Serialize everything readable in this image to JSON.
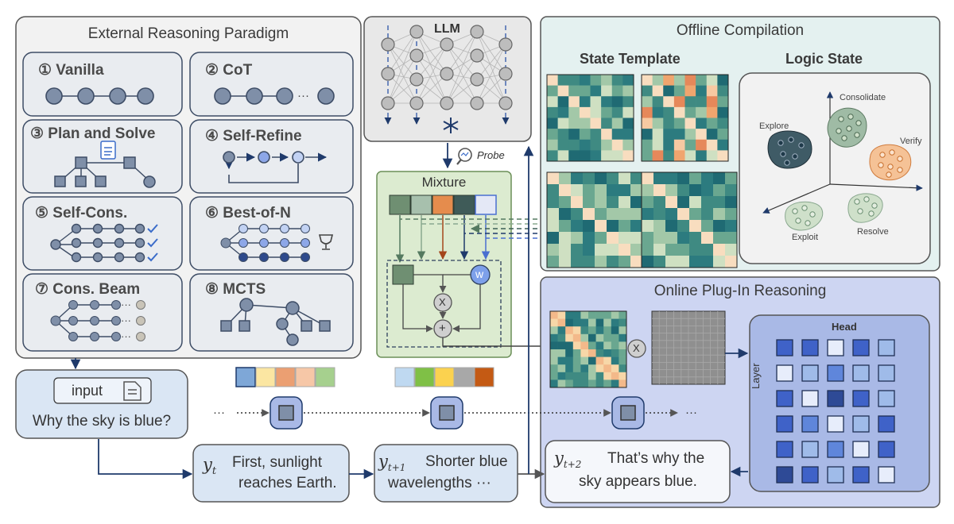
{
  "external": {
    "title": "External Reasoning Paradigm",
    "paradigms": [
      {
        "label": "① Vanilla"
      },
      {
        "label": "② CoT"
      },
      {
        "label": "③ Plan and Solve"
      },
      {
        "label": "④ Self-Refine"
      },
      {
        "label": "⑤ Self-Cons."
      },
      {
        "label": "⑥ Best-of-N"
      },
      {
        "label": "⑦ Cons. Beam"
      },
      {
        "label": "⑧ MCTS"
      }
    ]
  },
  "llm": {
    "label": "LLM",
    "probe": "Probe"
  },
  "mixture": {
    "title": "Mixture",
    "weight_symbol": "w",
    "multiply_symbol": "X",
    "add_symbol": "+"
  },
  "offline": {
    "title": "Offline Compilation",
    "state_template": "State Template",
    "logic_state": "Logic State",
    "clusters": [
      "Explore",
      "Consolidate",
      "Verify",
      "Exploit",
      "Resolve"
    ]
  },
  "online": {
    "title": "Online Plug-In Reasoning",
    "head_label": "Head",
    "layer_label": "Layer",
    "multiply_symbol": "X"
  },
  "input": {
    "label": "input",
    "question": "Why the sky is blue?"
  },
  "steps": [
    {
      "sym": "y",
      "sub": "t",
      "line1": "First, sunlight",
      "line2": "reaches Earth."
    },
    {
      "sym": "y",
      "sub": "t+1",
      "line1": "Shorter blue",
      "line2": "wavelengths ···"
    },
    {
      "sym": "y",
      "sub": "t+2",
      "line1": "That’s why the",
      "line2": "sky appears blue."
    }
  ],
  "ellipsis": "···",
  "colors": {
    "panel_gray": "#f2f2f2",
    "sub_box": "#e9ecf0",
    "node": "#7f8fa8",
    "node_dark": "#52617a",
    "offline_bg": "#e4f1f0",
    "online_bg": "#cdd5f2",
    "mixture_bg": "#dcebd0",
    "step_bg": "#dae6f4",
    "arrow": "#1f3a6b"
  }
}
